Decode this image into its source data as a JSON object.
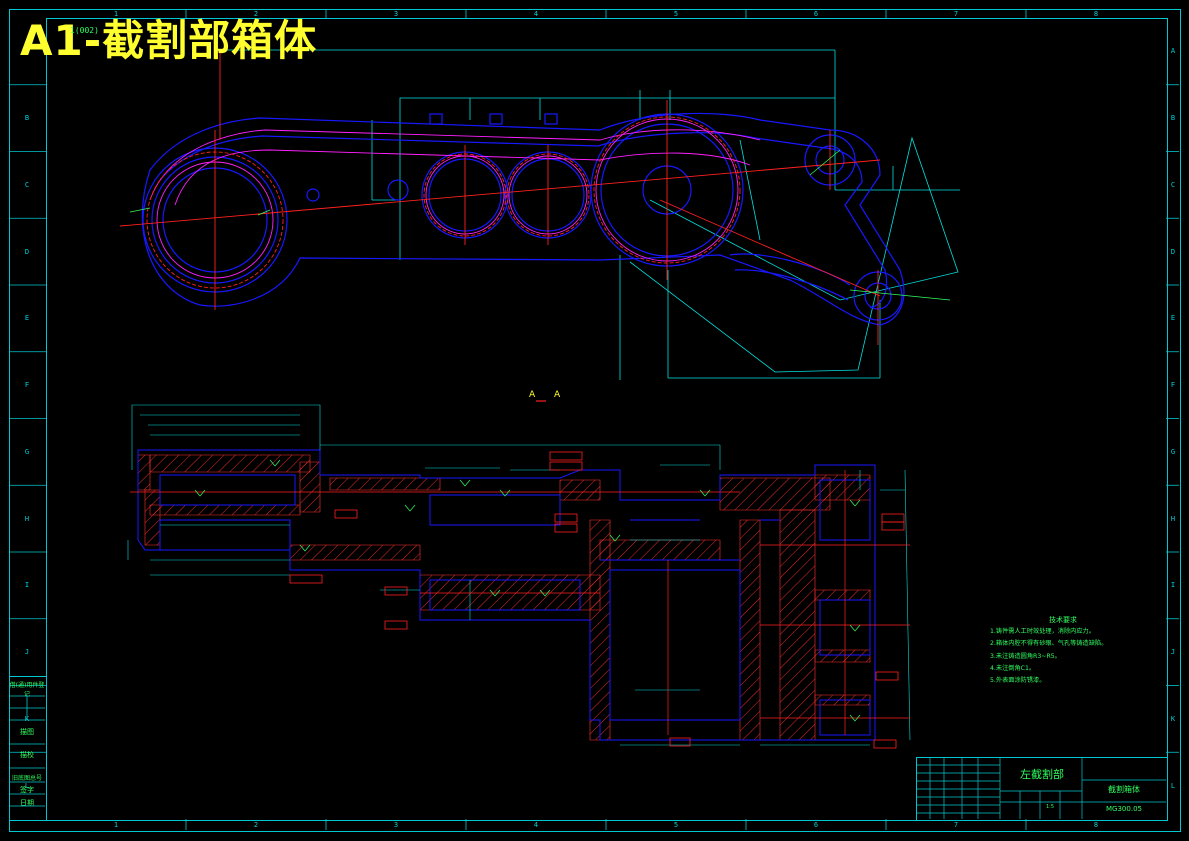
{
  "title": "A1-截割部箱体",
  "section_label": "A",
  "section_label_right": "A",
  "view_top_label": "1(002)",
  "zone_columns": [
    "1",
    "2",
    "3",
    "4",
    "5",
    "6",
    "7",
    "8"
  ],
  "zone_rows": [
    "A",
    "B",
    "C",
    "D",
    "E",
    "F",
    "G",
    "H",
    "I",
    "J",
    "K",
    "L"
  ],
  "tech_notes": {
    "heading": "技术要求",
    "items": [
      "1.铸件需人工时效处理，消除内应力。",
      "2.箱体内腔不得有砂眼、气孔等铸造缺陷。",
      "3.未注铸造圆角R3~R5。",
      "4.未注倒角C1。",
      "5.外表面涂防锈漆。"
    ]
  },
  "title_block": {
    "part_name": "左截割部",
    "drawing_title": "截割箱体",
    "drawing_number": "MG300.05",
    "scale": "1:5"
  },
  "side_panel": [
    "借(通)用件登记",
    "描图",
    "描校",
    "旧底图总号",
    "签字",
    "日期"
  ],
  "colors": {
    "background": "#000000",
    "frame": "#00c8d2",
    "outline": "#1818ff",
    "hatch": "#ff3030",
    "centerline": "#ff2020",
    "dimension": "#00e0e0",
    "text": "#30ff60",
    "title": "#ffff30",
    "magenta": "#ff20ff"
  }
}
